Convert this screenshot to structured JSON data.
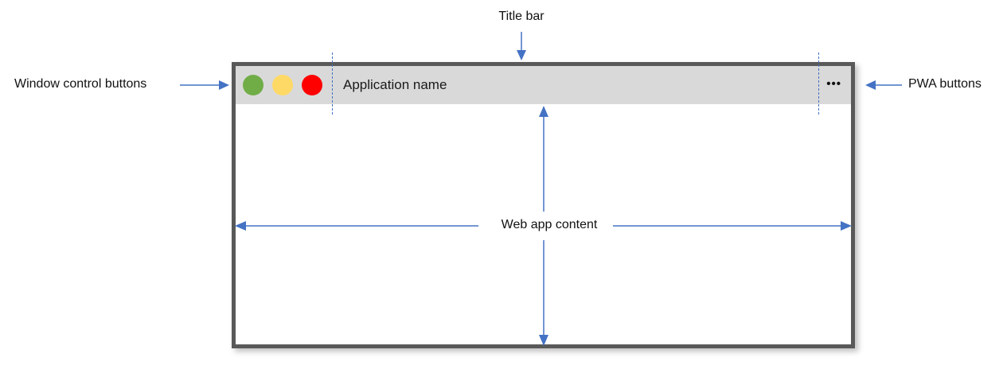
{
  "annotations": {
    "title_bar_label": "Title bar",
    "window_control_buttons_label": "Window control buttons",
    "pwa_buttons_label": "PWA buttons",
    "web_app_content_label": "Web app content"
  },
  "window": {
    "app_name": "Application name",
    "pwa_menu_icon": "•••",
    "control_buttons": [
      {
        "name": "green",
        "color": "#70ad47"
      },
      {
        "name": "yellow",
        "color": "#ffd966"
      },
      {
        "name": "red",
        "color": "#ff0000"
      }
    ]
  },
  "colors": {
    "arrow": "#4472c4",
    "window_border": "#595959",
    "title_bar_bg": "#d9d9d9"
  }
}
